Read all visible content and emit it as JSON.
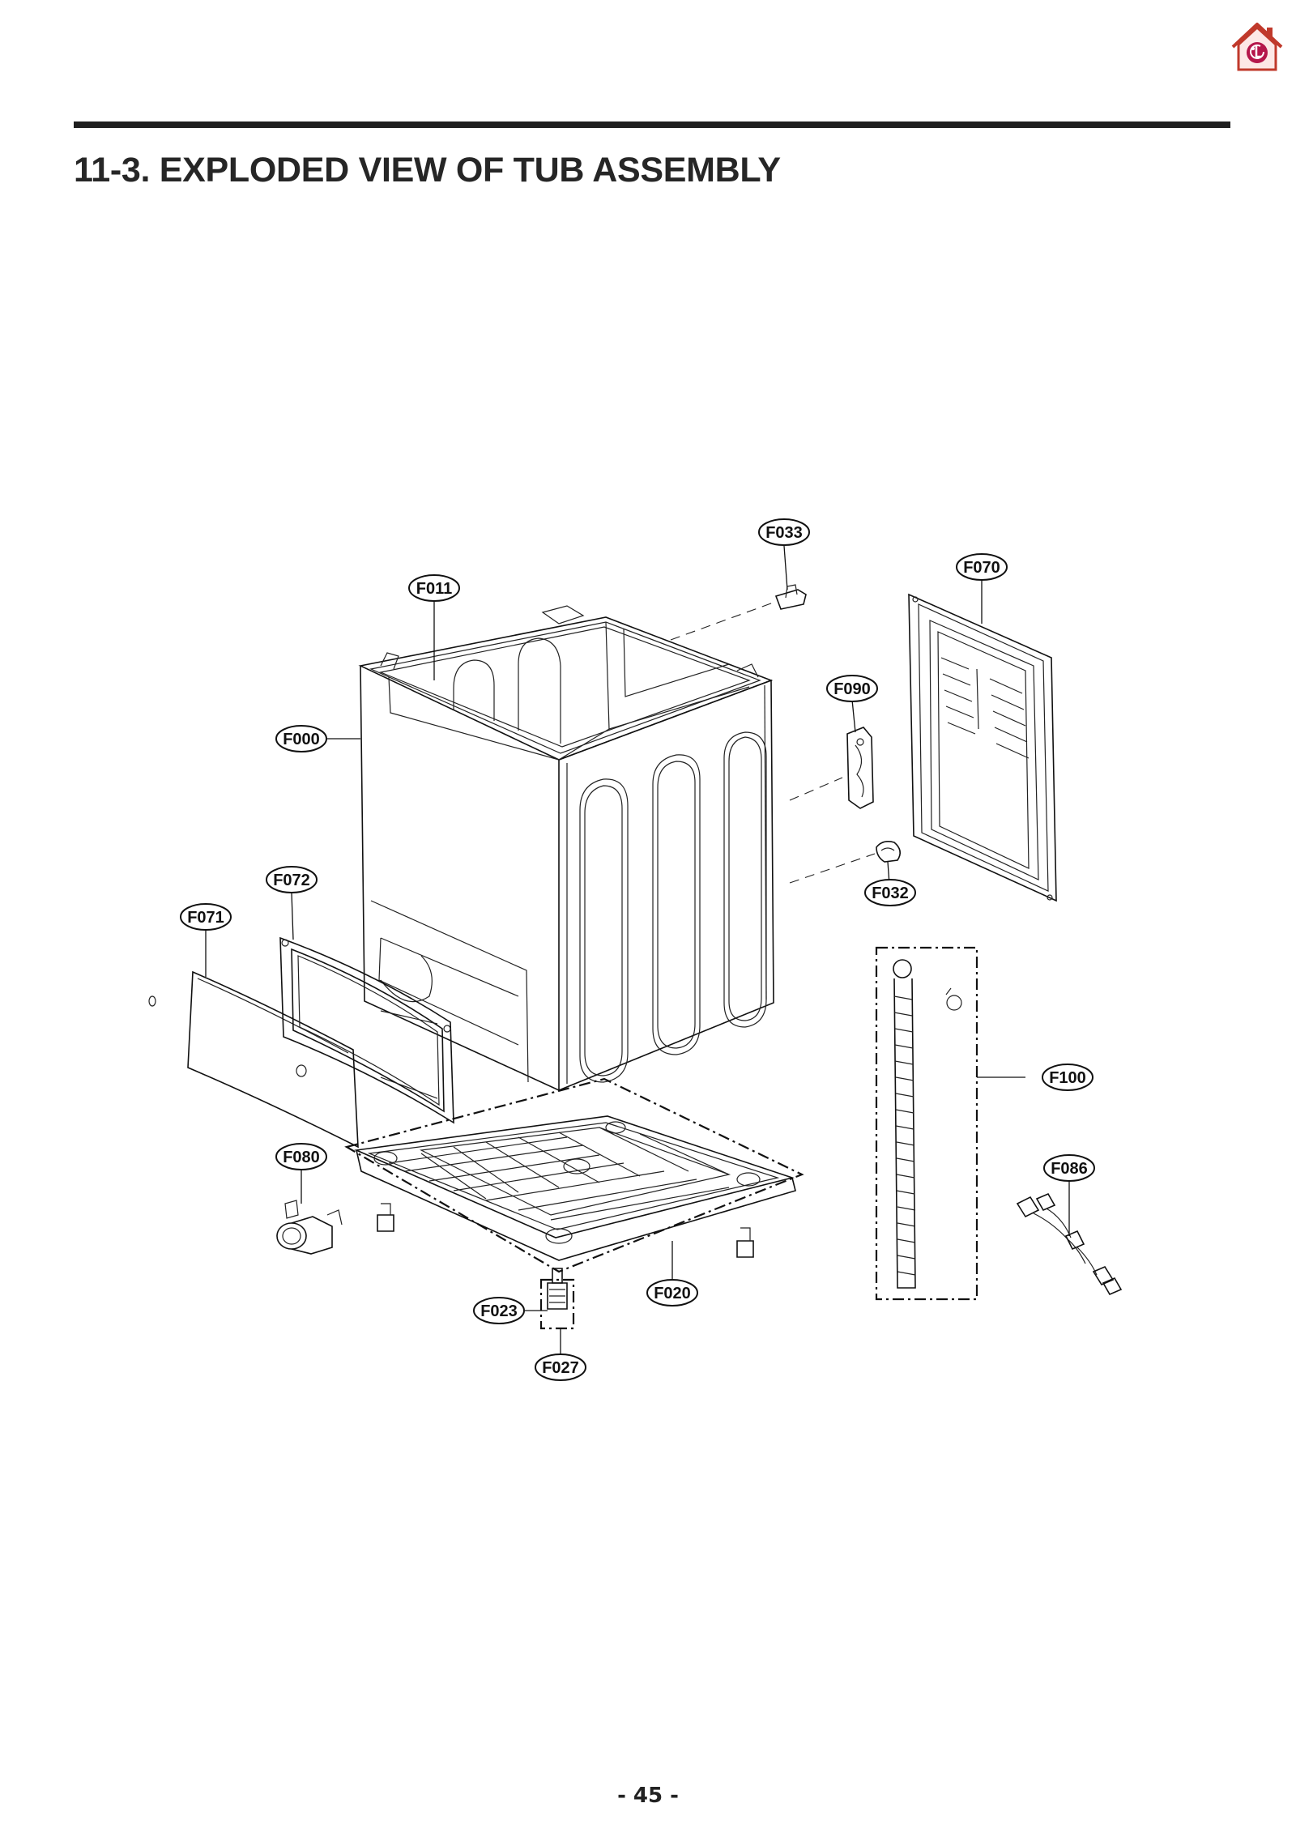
{
  "header": {
    "title": "11-3. EXPLODED VIEW OF TUB ASSEMBLY",
    "home_icon": "lg-home-icon",
    "home_icon_colors": {
      "house": "#c0392b",
      "logo": "#b5174b",
      "fill": "#fde8e6"
    }
  },
  "diagram": {
    "callouts": {
      "F000": "F000",
      "F011": "F011",
      "F020": "F020",
      "F023": "F023",
      "F027": "F027",
      "F032": "F032",
      "F033": "F033",
      "F070": "F070",
      "F071": "F071",
      "F072": "F072",
      "F080": "F080",
      "F086": "F086",
      "F090": "F090",
      "F100": "F100"
    }
  },
  "footer": {
    "page_number": "- 45 -"
  }
}
